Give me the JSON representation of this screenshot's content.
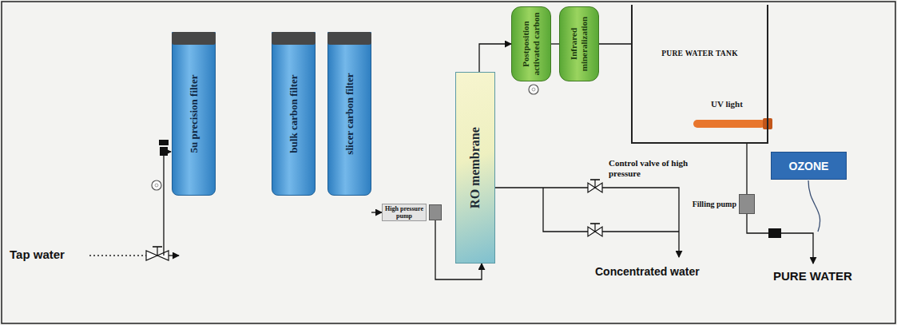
{
  "diagram": {
    "nodes": [
      {
        "text": [
          "5u precision filter"
        ]
      },
      {
        "text": [
          "bulk carbon filter"
        ]
      },
      {
        "text": [
          "slicer carbon filter"
        ]
      },
      {
        "text": [
          "High pressure pump"
        ]
      },
      {
        "text": [
          "RO membrane"
        ]
      },
      {
        "text": [
          "Postposition activated carbon"
        ]
      },
      {
        "text": [
          "Infrared mineralization"
        ]
      },
      {
        "text": [
          "PURE WATER TANK"
        ]
      },
      {
        "text": [
          "OZONE"
        ]
      },
      {
        "text": [
          "Filling pump"
        ]
      }
    ],
    "edges": [
      {
        "from": 2,
        "to": 3,
        "arrow": "to"
      },
      {
        "from": 3,
        "to": 4,
        "arrow": "to"
      },
      {
        "from": 4,
        "to": 5,
        "arrow": "to"
      },
      {
        "from": 5,
        "to": 6,
        "arrow": "none"
      },
      {
        "from": 6,
        "to": 7,
        "arrow": "none"
      },
      {
        "from": 7,
        "to": 9,
        "arrow": "none"
      }
    ],
    "labels": [
      "Tap water",
      "Control valve of high pressure",
      "Concentrated water",
      "UV light",
      "PURE WATER"
    ]
  }
}
